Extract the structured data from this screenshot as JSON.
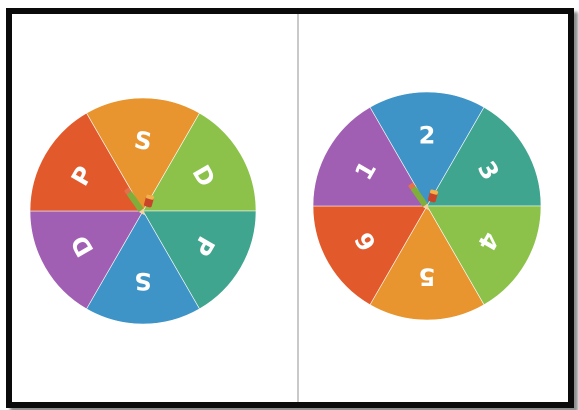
{
  "spinners": [
    {
      "segments": [
        {
          "label": "S",
          "color": "#e8952f"
        },
        {
          "label": "D",
          "color": "#8cc24a"
        },
        {
          "label": "P",
          "color": "#3fa58f"
        },
        {
          "label": "S",
          "color": "#3f94c7"
        },
        {
          "label": "D",
          "color": "#a15fb3"
        },
        {
          "label": "P",
          "color": "#e25a2b"
        }
      ],
      "icon": "pencil-eraser-icon"
    },
    {
      "segments": [
        {
          "label": "2",
          "color": "#3f94c7"
        },
        {
          "label": "3",
          "color": "#3fa58f"
        },
        {
          "label": "4",
          "color": "#8cc24a"
        },
        {
          "label": "5",
          "color": "#e8952f"
        },
        {
          "label": "6",
          "color": "#e25a2b"
        },
        {
          "label": "1",
          "color": "#a15fb3"
        }
      ],
      "icon": "pencil-eraser-icon"
    }
  ]
}
